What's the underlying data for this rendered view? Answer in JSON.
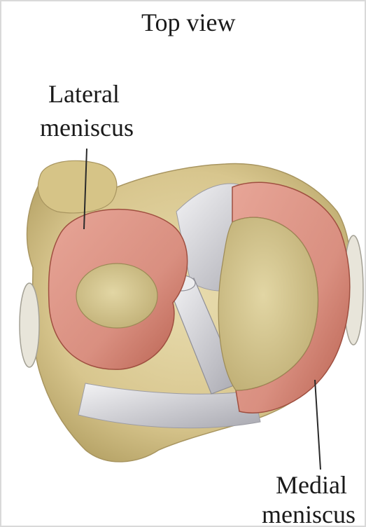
{
  "title": "Top view",
  "labels": {
    "lateral_line1": "Lateral",
    "lateral_line2": "meniscus",
    "medial_line1": "Medial",
    "medial_line2": "meniscus"
  },
  "colors": {
    "bone": "#d8c68e",
    "bone_shadow": "#b9a66a",
    "meniscus": "#d98f80",
    "meniscus_dark": "#b8604f",
    "plateau": "#d4c48a",
    "ligament": "#d9d9dc",
    "ligament_shadow": "#9c9ca4",
    "label_line": "#2a2a2a"
  },
  "icons": [
    "knee-anatomy-illustration"
  ]
}
